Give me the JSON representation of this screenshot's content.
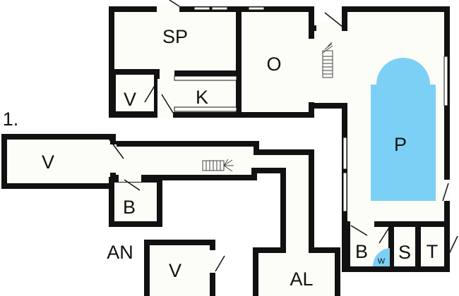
{
  "floor_label": "1.",
  "annex_label": "AN",
  "rooms": {
    "sp": "SP",
    "o": "O",
    "v_top": "V",
    "k": "K",
    "p": "P",
    "v_left": "V",
    "b_left": "B",
    "v_annex": "V",
    "al": "AL",
    "b_right": "B",
    "w": "W",
    "s": "S",
    "t": "T"
  },
  "colors": {
    "pool": "#7dd0f5",
    "wall": "#111111",
    "floor": "#fdfdf8"
  }
}
